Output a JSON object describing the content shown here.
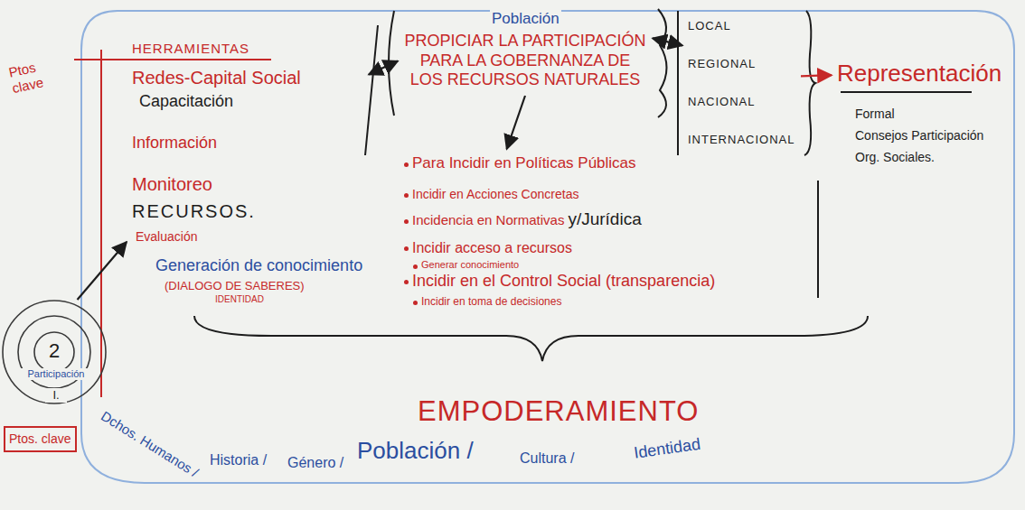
{
  "diagram": {
    "nodes": [
      {
        "text": [
          "HERRAMIENTAS",
          "Redes-Capital Social",
          "Capacitación",
          "Información",
          "Monitoreo",
          "RECURSOS.",
          "Evaluación",
          "Generación de conocimiento",
          "(DIALOGO DE SABERES)",
          "IDENTIDAD"
        ]
      },
      {
        "text": [
          "Población",
          "PROPICIAR LA PARTICIPACIÓN PARA LA GOBERNANZA DE LOS RECURSOS NATURALES"
        ]
      },
      {
        "text": [
          "LOCAL",
          "REGIONAL",
          "NACIONAL",
          "INTERNACIONAL"
        ]
      },
      {
        "text": [
          "Representación",
          "Formal",
          "Consejos Participación",
          "Org. Sociales."
        ]
      },
      {
        "text": [
          "Para Incidir en Políticas Públicas",
          "Incidir en Acciones Concretas",
          "Incidencia en Normativas",
          "y/Jurídica",
          "Incidir acceso a recursos",
          "Generar conocimiento",
          "Incidir en el Control Social (transparencia)",
          "Incidir en toma de decisiones"
        ]
      },
      {
        "text": [
          "2",
          "Participación",
          "I."
        ]
      },
      {
        "text": [
          "Ptos. clave"
        ]
      }
    ],
    "edges": [
      {
        "from": 0,
        "to": 1,
        "arrow": "both"
      },
      {
        "from": 1,
        "to": 2,
        "arrow": "both"
      },
      {
        "from": 2,
        "to": 3,
        "arrow": "to"
      },
      {
        "from": 1,
        "to": 4,
        "arrow": "to"
      },
      {
        "from": 5,
        "to": 0,
        "arrow": "to"
      }
    ],
    "labels": [
      "Ptos clave",
      "EMPODERAMIENTO",
      "Dchos. Humanos /",
      "Historia /",
      "Género /",
      "Población /",
      "Cultura /",
      "Identidad"
    ]
  }
}
